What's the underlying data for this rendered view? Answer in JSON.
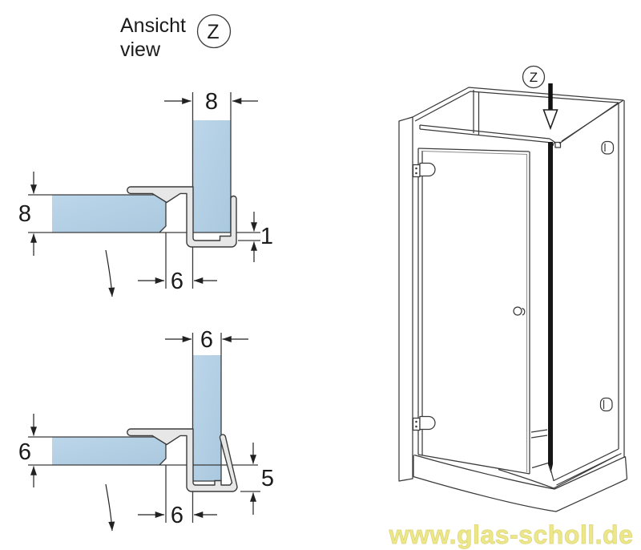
{
  "header": {
    "title_line1": "Ansicht",
    "title_line2": "view",
    "detail_marker": "Z"
  },
  "section_8mm": {
    "description": "cross-section of corner seal profile with 8mm glass",
    "glass_width_top": "8",
    "door_glass_thickness": "8",
    "bottom_gap": "1",
    "edge_offset": "6"
  },
  "section_6mm": {
    "description": "cross-section of corner seal profile with 6mm glass",
    "glass_width_top": "6",
    "door_glass_thickness": "6",
    "bottom_overhang": "5",
    "edge_offset": "6"
  },
  "isometric": {
    "description": "corner shower enclosure with hinged door, seal position marked",
    "detail_marker": "Z"
  },
  "watermark": {
    "text": "www.glas-scholl.de"
  },
  "colors": {
    "glass_blue": "#b6d1e6",
    "glass_blue_dark": "#a6c4db",
    "profile_gray": "#e7e7e7",
    "outline": "#3a3a3a",
    "seal_black": "#161616",
    "watermark_yellow": "#ece78a"
  }
}
